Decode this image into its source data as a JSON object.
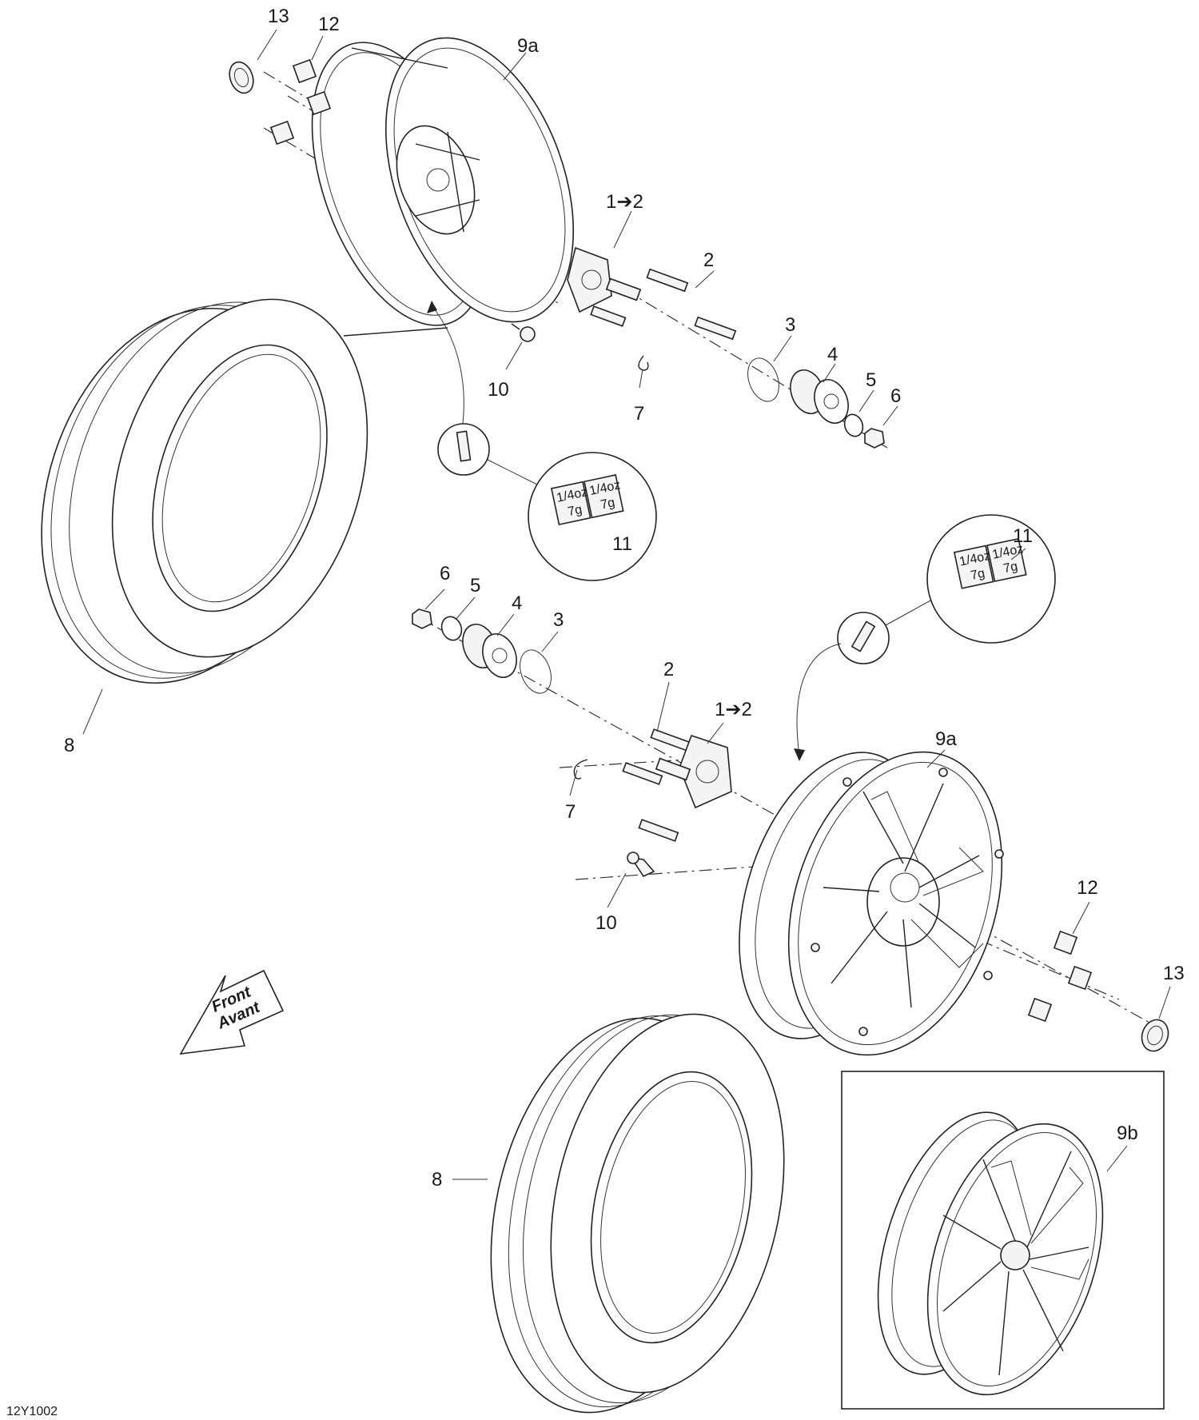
{
  "callouts": {
    "top_13": "13",
    "top_12": "12",
    "top_9a": "9a",
    "top_1to2": "1➔2",
    "top_2": "2",
    "top_3": "3",
    "top_4": "4",
    "top_5": "5",
    "top_6": "6",
    "top_10": "10",
    "top_7": "7",
    "top_11": "11",
    "left_8": "8",
    "mid_6": "6",
    "mid_5": "5",
    "mid_4": "4",
    "mid_3": "3",
    "mid_2": "2",
    "mid_1to2": "1➔2",
    "mid_9a": "9a",
    "mid_11": "11",
    "mid_7": "7",
    "mid_10": "10",
    "mid_12": "12",
    "mid_13": "13",
    "bottom_8": "8",
    "inset_9b": "9b"
  },
  "weight_label": {
    "line1": "1/4oz",
    "line2": "7g"
  },
  "direction_arrow": {
    "line1": "Front",
    "line2": "Avant"
  },
  "figure_code": "12Y1002"
}
